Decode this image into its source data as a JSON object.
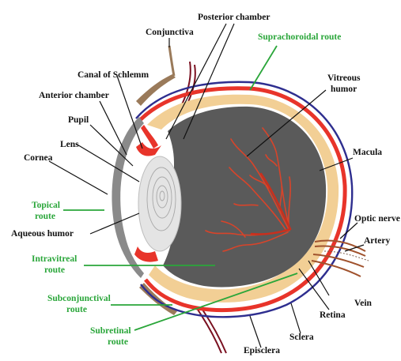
{
  "colors": {
    "black_label": "#111111",
    "route_label": "#2aa63a",
    "vitreous": "#5a5a5a",
    "retina": "#e8342a",
    "choroid_tan": "#f2cf95",
    "sclera_blue": "#2e2e8f",
    "lens_gray": "#e4e4e4",
    "cornea_gray": "#8a8a8a",
    "vessels": "#d8442a",
    "nerve_brown": "#a0522d",
    "conjunctiva_brown": "#9a7a5a",
    "eyelid_maroon": "#7a1020"
  },
  "labels": {
    "posterior_chamber": "Posterior chamber",
    "conjunctiva": "Conjunctiva",
    "suprachoroidal_route": "Suprachoroidal route",
    "canal_of_schlemm": "Canal of Schlemm",
    "vitreous_line1": "Vitreous",
    "vitreous_line2": "humor",
    "anterior_chamber": "Anterior chamber",
    "pupil": "Pupil",
    "lens": "Lens",
    "cornea": "Cornea",
    "macula": "Macula",
    "topical_line1": "Topical",
    "topical_line2": "route",
    "aqueous_humor": "Aqueous humor",
    "optic_nerve": "Optic nerve",
    "artery": "Artery",
    "intravitreal_line1": "Intravitreal",
    "intravitreal_line2": "route",
    "subconjunctival_line1": "Subconjunctival",
    "subconjunctival_line2": "route",
    "vein": "Vein",
    "retina": "Retina",
    "subretinal_line1": "Subretinal",
    "subretinal_line2": "route",
    "sclera": "Sclera",
    "episclera": "Episclera"
  }
}
